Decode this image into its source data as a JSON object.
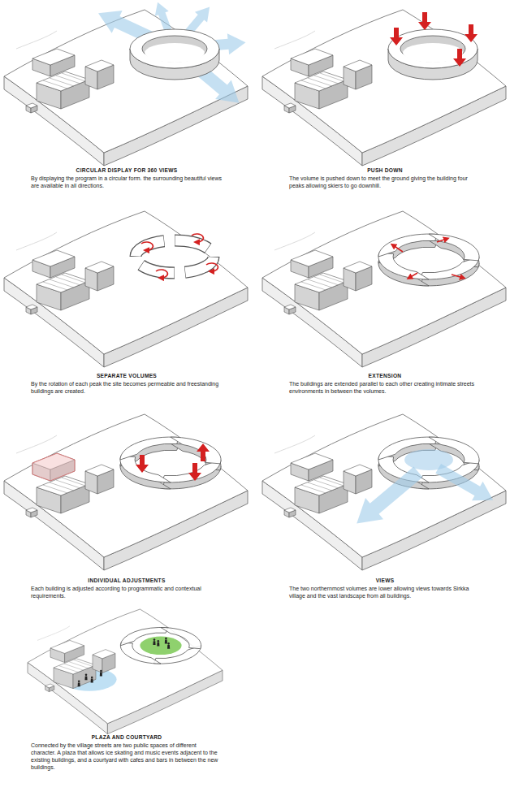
{
  "diagram": {
    "labels": [
      "CIRCULAR DISPLAY FOR 360 VIEWS",
      "By displaying the program in a circular form. the surrounding beautiful views are available in all directions.",
      "PUSH DOWN",
      "The volume is pushed down to meet the ground giving the building four peaks allowing skiers to go downhill.",
      "SEPARATE VOLUMES",
      "By the rotation of each peak the site becomes permeable and freestanding buildings are created.",
      "EXTENSION",
      "The buildings are extended parallel to each other creating intimate streets environments in between the volumes.",
      "INDIVIDUAL ADJUSTMENTS",
      "Each building is adjusted according to programmatic and contextual requirements.",
      "VIEWS",
      "The two northernmost volumes are lower allowing views towards Sirkka village and the vast landscape from all buildings.",
      "PLAZA AND COURTYARD",
      "Connected by the village streets are two public spaces of different character. A plaza that allows ice skating and music events adjacent to the existing buildings, and a courtyard with cafes and bars in between the new buildings."
    ]
  }
}
